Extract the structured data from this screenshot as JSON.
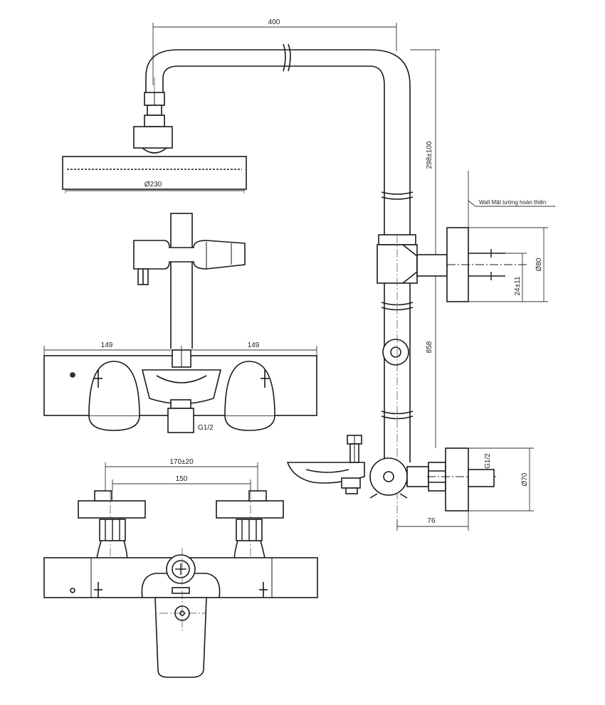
{
  "dimensions": {
    "top_width": "400",
    "vertical_upper": "298±100",
    "head_diameter": "Ø230",
    "bracket_height": "Ø80",
    "bracket_hole_spacing": "24±11",
    "pipe_length": "858",
    "mixer_left": "149",
    "mixer_right": "149",
    "outlet_thread": "G1/2",
    "inlet_thread": "G1/2",
    "flange_diameter": "Ø70",
    "wall_offset": "76",
    "inlet_span": "170±20",
    "inlet_center": "150"
  },
  "annotations": {
    "wall_label": "Wall Mặt tường hoàn thiện"
  },
  "colors": {
    "line": "#1a1a1a",
    "background": "#ffffff"
  }
}
